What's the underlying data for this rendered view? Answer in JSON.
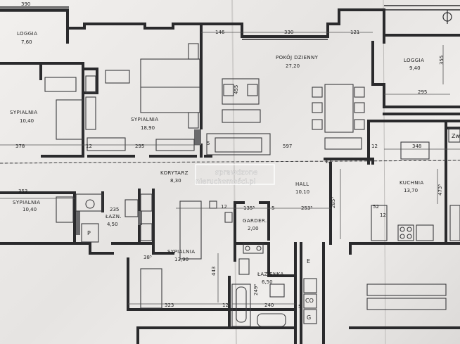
{
  "rooms": [
    {
      "id": "loggia-left",
      "name": "LOGGIA",
      "area": "7,60"
    },
    {
      "id": "sypialnia-1",
      "name": "SYPIALNIA",
      "area": "10,40"
    },
    {
      "id": "sypialnia-2",
      "name": "SYPIALNIA",
      "area": "18,90"
    },
    {
      "id": "pokoj-dzienny",
      "name": "POKÓJ DZIENNY",
      "area": "27,20"
    },
    {
      "id": "loggia-right",
      "name": "LOGGIA",
      "area": "9,40"
    },
    {
      "id": "korytarz",
      "name": "KORYTARZ",
      "area": "8,30"
    },
    {
      "id": "hall",
      "name": "HALL",
      "area": "10,10"
    },
    {
      "id": "kuchnia",
      "name": "KUCHNIA",
      "area": "13,70"
    },
    {
      "id": "sypialnia-3",
      "name": "SYPIALNIA",
      "area": "10,40"
    },
    {
      "id": "lazn",
      "name": "ŁAZN.",
      "area": "4,50"
    },
    {
      "id": "garder",
      "name": "GARDER.",
      "area": "2,00"
    },
    {
      "id": "sypialnia-4",
      "name": "SYPIALNIA",
      "area": "13,90"
    },
    {
      "id": "lazienka",
      "name": "ŁAZIENKA",
      "area": "6,50"
    }
  ],
  "dimensions": {
    "d390": "390",
    "d146": "146",
    "d330": "330",
    "d121": "121",
    "d355": "355",
    "d455": "455",
    "d295a": "295",
    "d378": "378",
    "d12a": "12",
    "d295b": "295",
    "d5": "5",
    "d597": "597",
    "d12b": "12",
    "d348": "348",
    "d12c": "12",
    "d353": "353",
    "d235": "235",
    "d12d": "12",
    "d1355": "135⁵",
    "d5b": "5",
    "d2535": "253⁵",
    "d285": "285⁵",
    "d473": "473⁵",
    "d52": "52",
    "d12e": "12",
    "d385": "38⁵",
    "d443": "443",
    "d2495": "249⁵",
    "d323": "323",
    "d12f": "12",
    "d240": "240",
    "d5c": "5"
  },
  "symbols": {
    "e": "E",
    "co": "CO",
    "g": "G",
    "p": "P",
    "zw": "Zw"
  },
  "watermark": {
    "line1": "sprawdzone",
    "line2": "nieruchomości.pl"
  }
}
